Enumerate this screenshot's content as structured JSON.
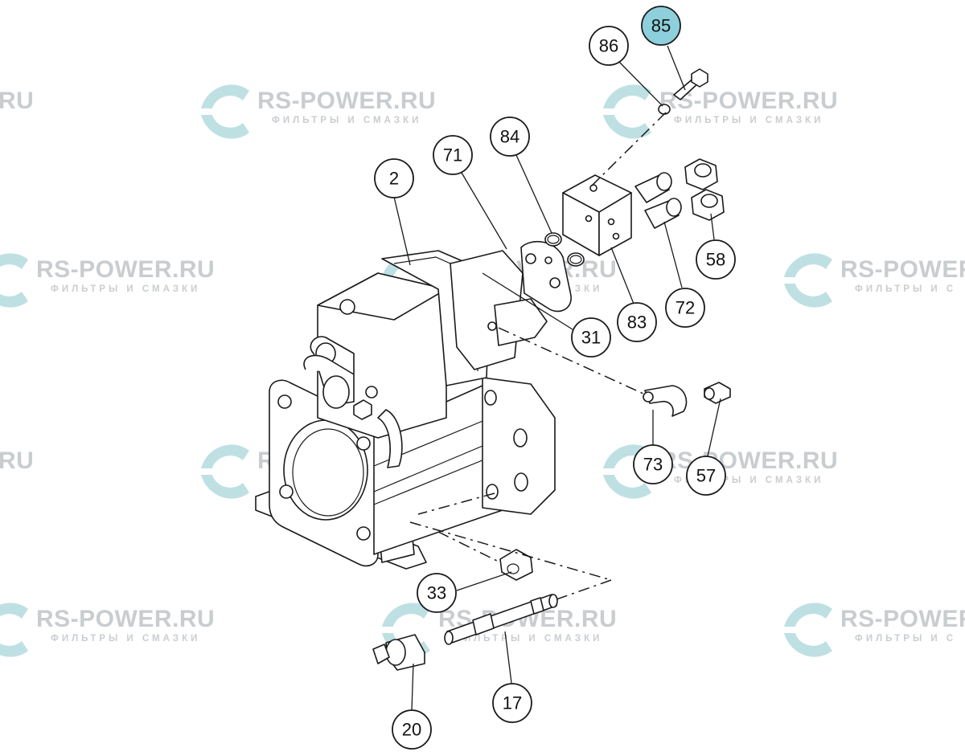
{
  "watermark": {
    "brand": "RS-POWER.RU",
    "tagline": "ФИЛЬТРЫ И СМАЗКИ",
    "partial_left": "RU",
    "partial_right": "RS-POWER",
    "partial_right_tagline": "ФИЛЬТРЫ И С"
  },
  "callouts": [
    {
      "id": "2",
      "label": "2"
    },
    {
      "id": "71",
      "label": "71"
    },
    {
      "id": "84",
      "label": "84"
    },
    {
      "id": "86",
      "label": "86"
    },
    {
      "id": "85",
      "label": "85",
      "highlighted": true
    },
    {
      "id": "58",
      "label": "58"
    },
    {
      "id": "72",
      "label": "72"
    },
    {
      "id": "83",
      "label": "83"
    },
    {
      "id": "31",
      "label": "31"
    },
    {
      "id": "73",
      "label": "73"
    },
    {
      "id": "57",
      "label": "57"
    },
    {
      "id": "33",
      "label": "33"
    },
    {
      "id": "17",
      "label": "17"
    },
    {
      "id": "20",
      "label": "20"
    }
  ],
  "colors": {
    "line": "#1a1a1a",
    "highlight": "#8ecfdc",
    "watermark_logo": "#bfe0e3",
    "watermark_text": "#c9cdd0"
  }
}
